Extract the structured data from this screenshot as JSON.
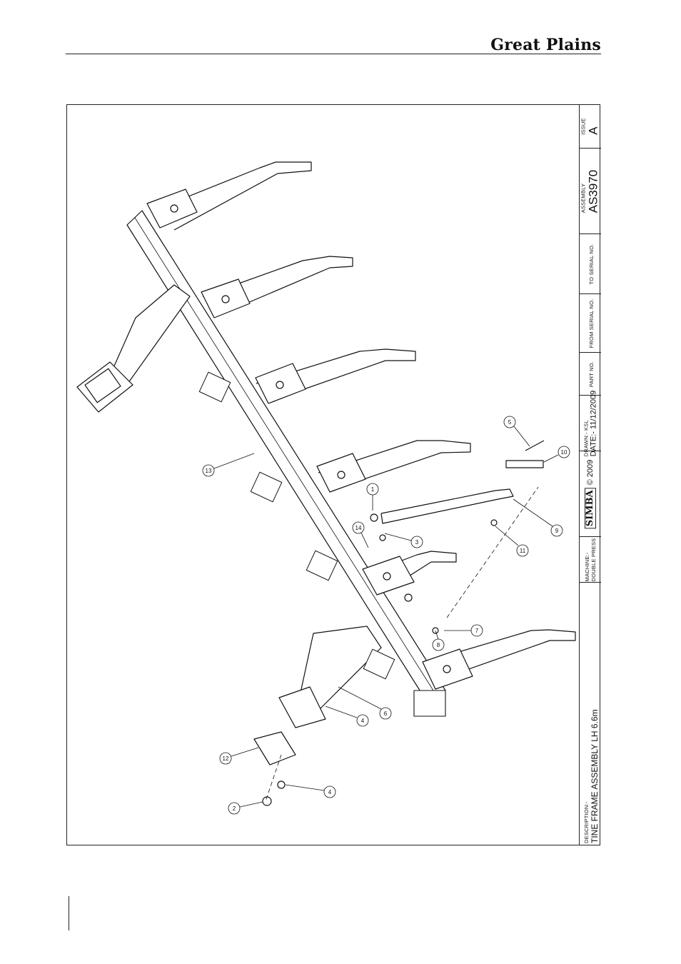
{
  "header": {
    "brand": "Great Plains"
  },
  "title_block": {
    "description_label": "DESCRIPTION:-",
    "description": "TINE FRAME ASSEMBLY LH 6.6m",
    "machine_label": "MACHINE:-",
    "machine": "DOUBLE PRESS",
    "logo_text": "SIMBA",
    "copyright": "© 2009",
    "drawn": "DRAWN:-  KSL",
    "date": "DATE:-  11/12/2009",
    "part_no_label": "PART NO.",
    "from_serial_label": "FROM SERIAL NO.",
    "to_serial_label": "TO SERIAL NO.",
    "assembly_label": "ASSEMBLY",
    "assembly": "AS3970",
    "issue_label": "ISSUE",
    "issue": "A"
  },
  "callouts": [
    "1",
    "2",
    "3",
    "4",
    "4",
    "5",
    "6",
    "7",
    "8",
    "9",
    "10",
    "11",
    "12",
    "13",
    "14"
  ],
  "colors": {
    "line": "#111111",
    "paper": "#ffffff"
  }
}
